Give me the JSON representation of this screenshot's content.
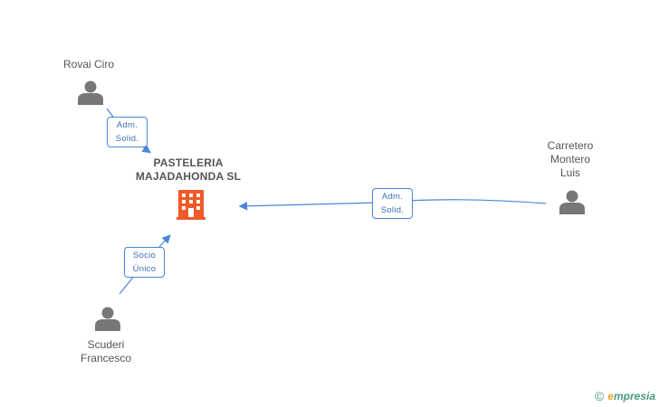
{
  "company": {
    "name_line1": "PASTELERIA",
    "name_line2": "MAJADAHONDA SL",
    "icon": "building-icon",
    "color": "#f05a28"
  },
  "persons": [
    {
      "id": "rovai",
      "name": "Rovai Ciro",
      "icon": "person-icon"
    },
    {
      "id": "carretero",
      "name": "Carretero\nMontero\nLuis",
      "icon": "person-icon"
    },
    {
      "id": "scuderi",
      "name": "Scuderi\nFrancesco",
      "icon": "person-icon"
    }
  ],
  "edges": [
    {
      "from": "rovai",
      "label_line1": "Adm.",
      "label_line2": "Solid."
    },
    {
      "from": "carretero",
      "label_line1": "Adm.",
      "label_line2": "Solid."
    },
    {
      "from": "scuderi",
      "label_line1": "Socio",
      "label_line2": "Único"
    }
  ],
  "colors": {
    "edge": "#4a86d8",
    "person": "#777777",
    "company": "#f05a28"
  },
  "watermark": {
    "copyright": "©",
    "brand_first": "e",
    "brand_rest": "mpresia"
  }
}
